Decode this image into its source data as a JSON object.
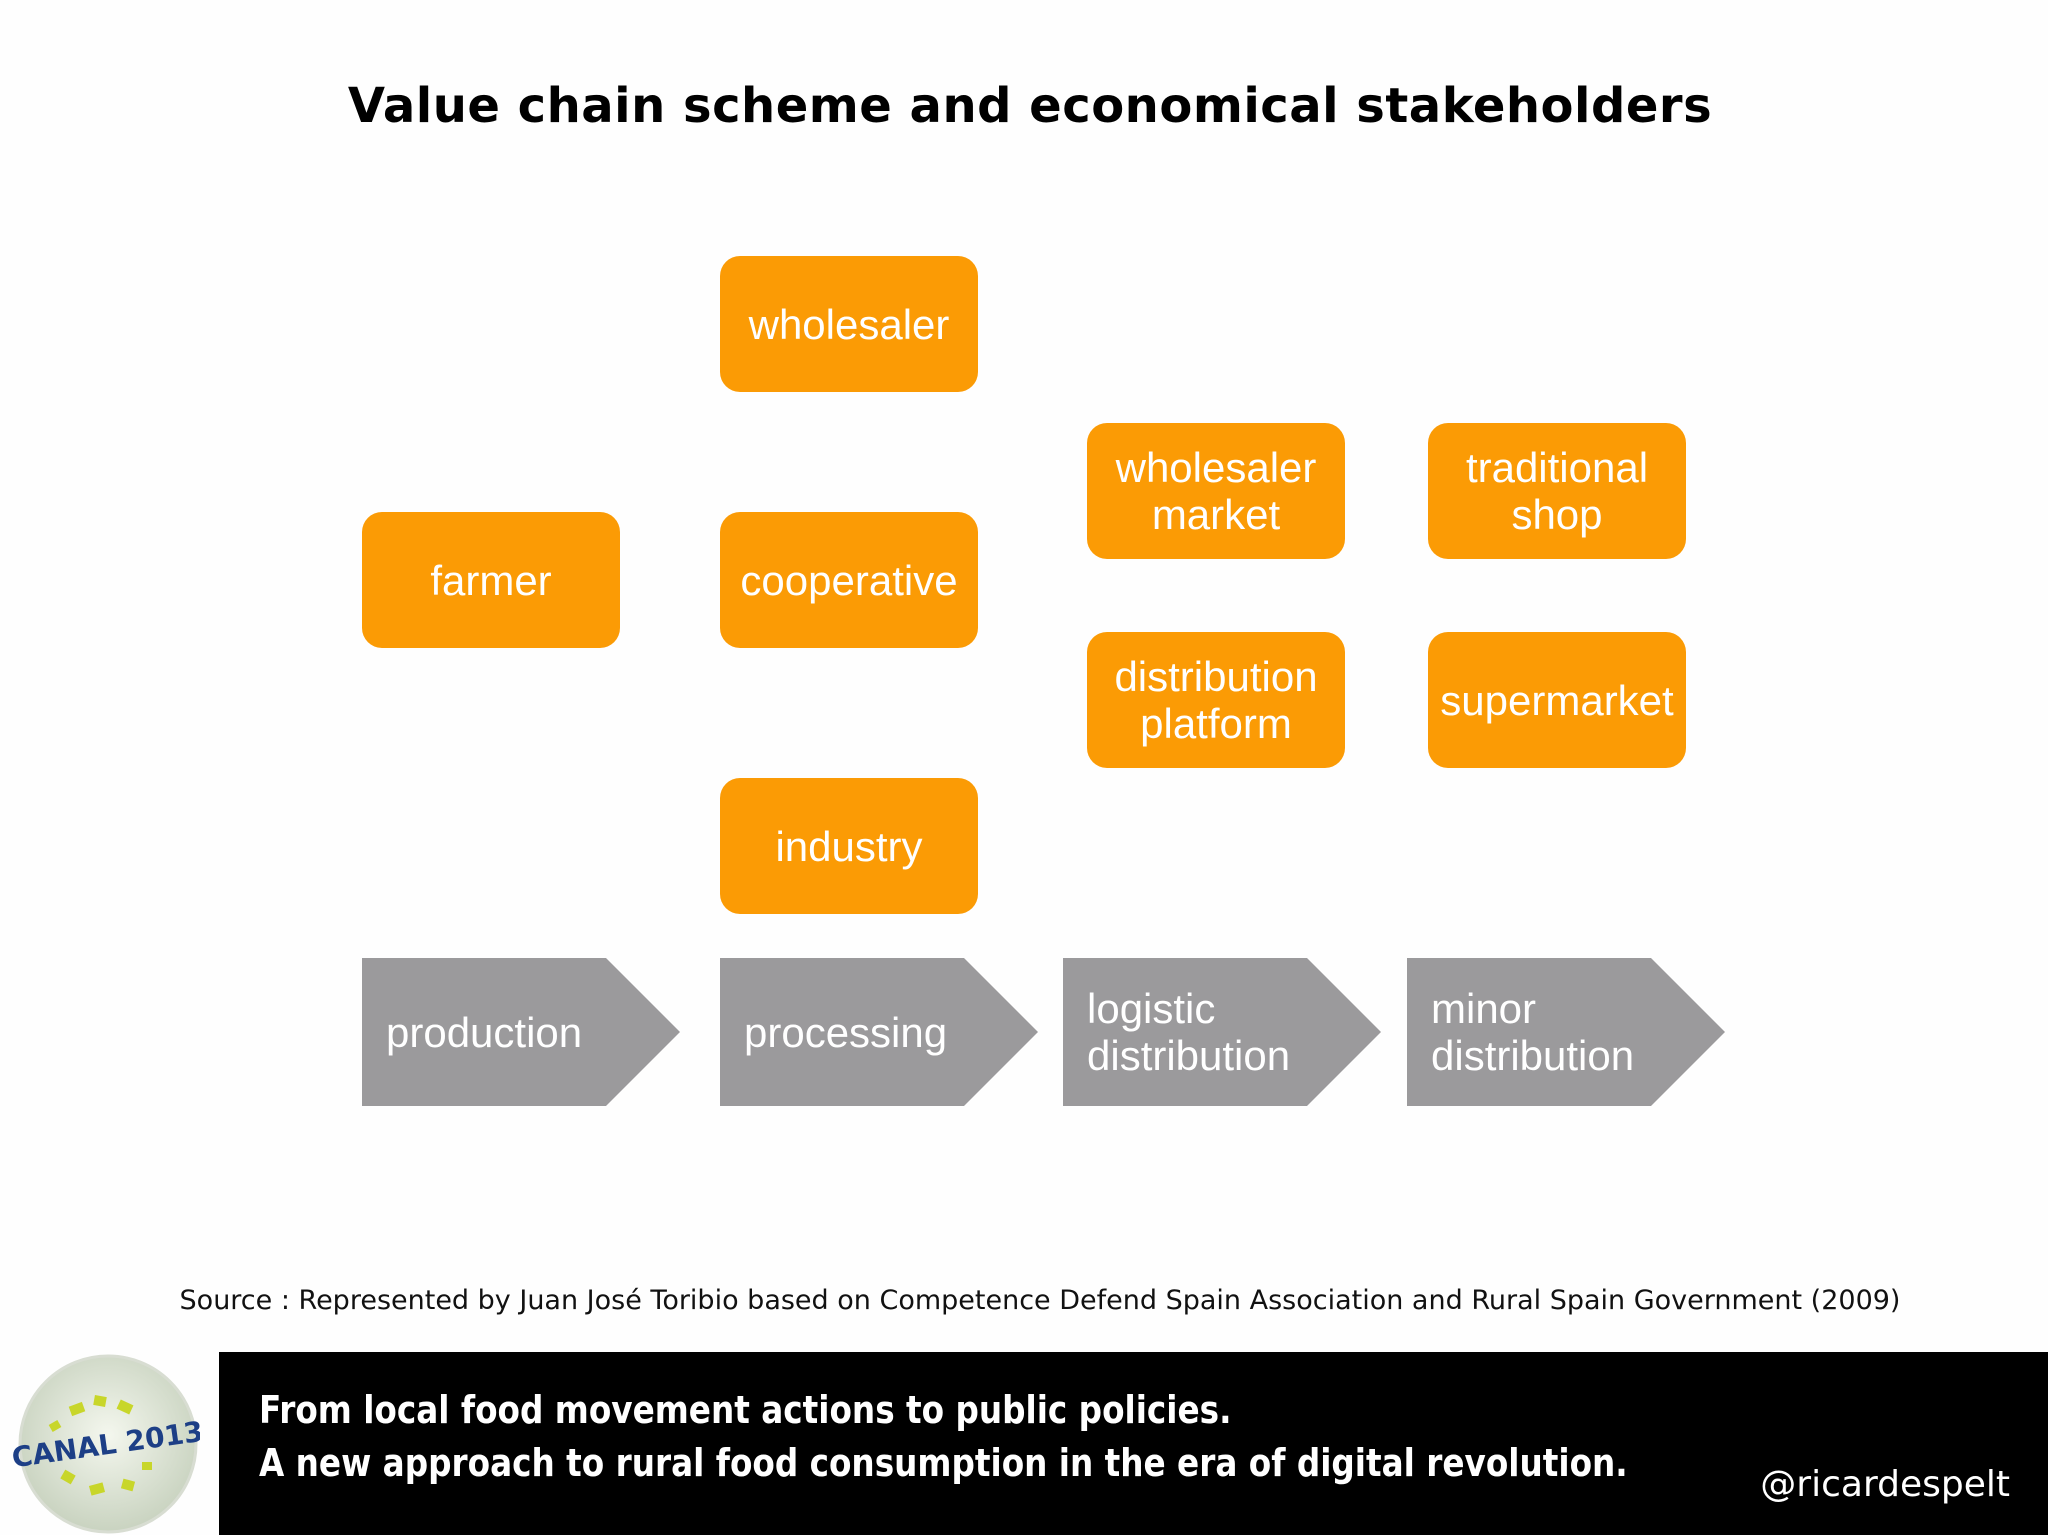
{
  "title": "Value chain scheme and economical stakeholders",
  "colors": {
    "stakeholder_fill": "#fb9b05",
    "stage_fill": "#9b9a9c",
    "text_on_shape": "#ffffff",
    "footer_bg": "#000000"
  },
  "stakeholders": [
    {
      "id": "wholesaler",
      "label": "wholesaler"
    },
    {
      "id": "farmer",
      "label": "farmer"
    },
    {
      "id": "cooperative",
      "label": "cooperative"
    },
    {
      "id": "industry",
      "label": "industry"
    },
    {
      "id": "wholesaler-market",
      "label": "wholesaler\nmarket"
    },
    {
      "id": "distribution-platform",
      "label": "distribution\nplatform"
    },
    {
      "id": "traditional-shop",
      "label": "traditional\nshop"
    },
    {
      "id": "supermarket",
      "label": "supermarket"
    }
  ],
  "stages": [
    {
      "id": "production",
      "label": "production"
    },
    {
      "id": "processing",
      "label": "processing"
    },
    {
      "id": "logistic-distribution",
      "label": "logistic\ndistribution"
    },
    {
      "id": "minor-distribution",
      "label": "minor\ndistribution"
    }
  ],
  "source": "Source : Represented by Juan José Toribio based on Competence Defend Spain Association and Rural Spain Government (2009)",
  "footer": {
    "line1": "From local food movement actions to public policies.",
    "line2": "A new approach to rural food consumption in the era of digital revolution.",
    "handle": "@ricardespelt",
    "logo_text": "CANAL 2013"
  }
}
